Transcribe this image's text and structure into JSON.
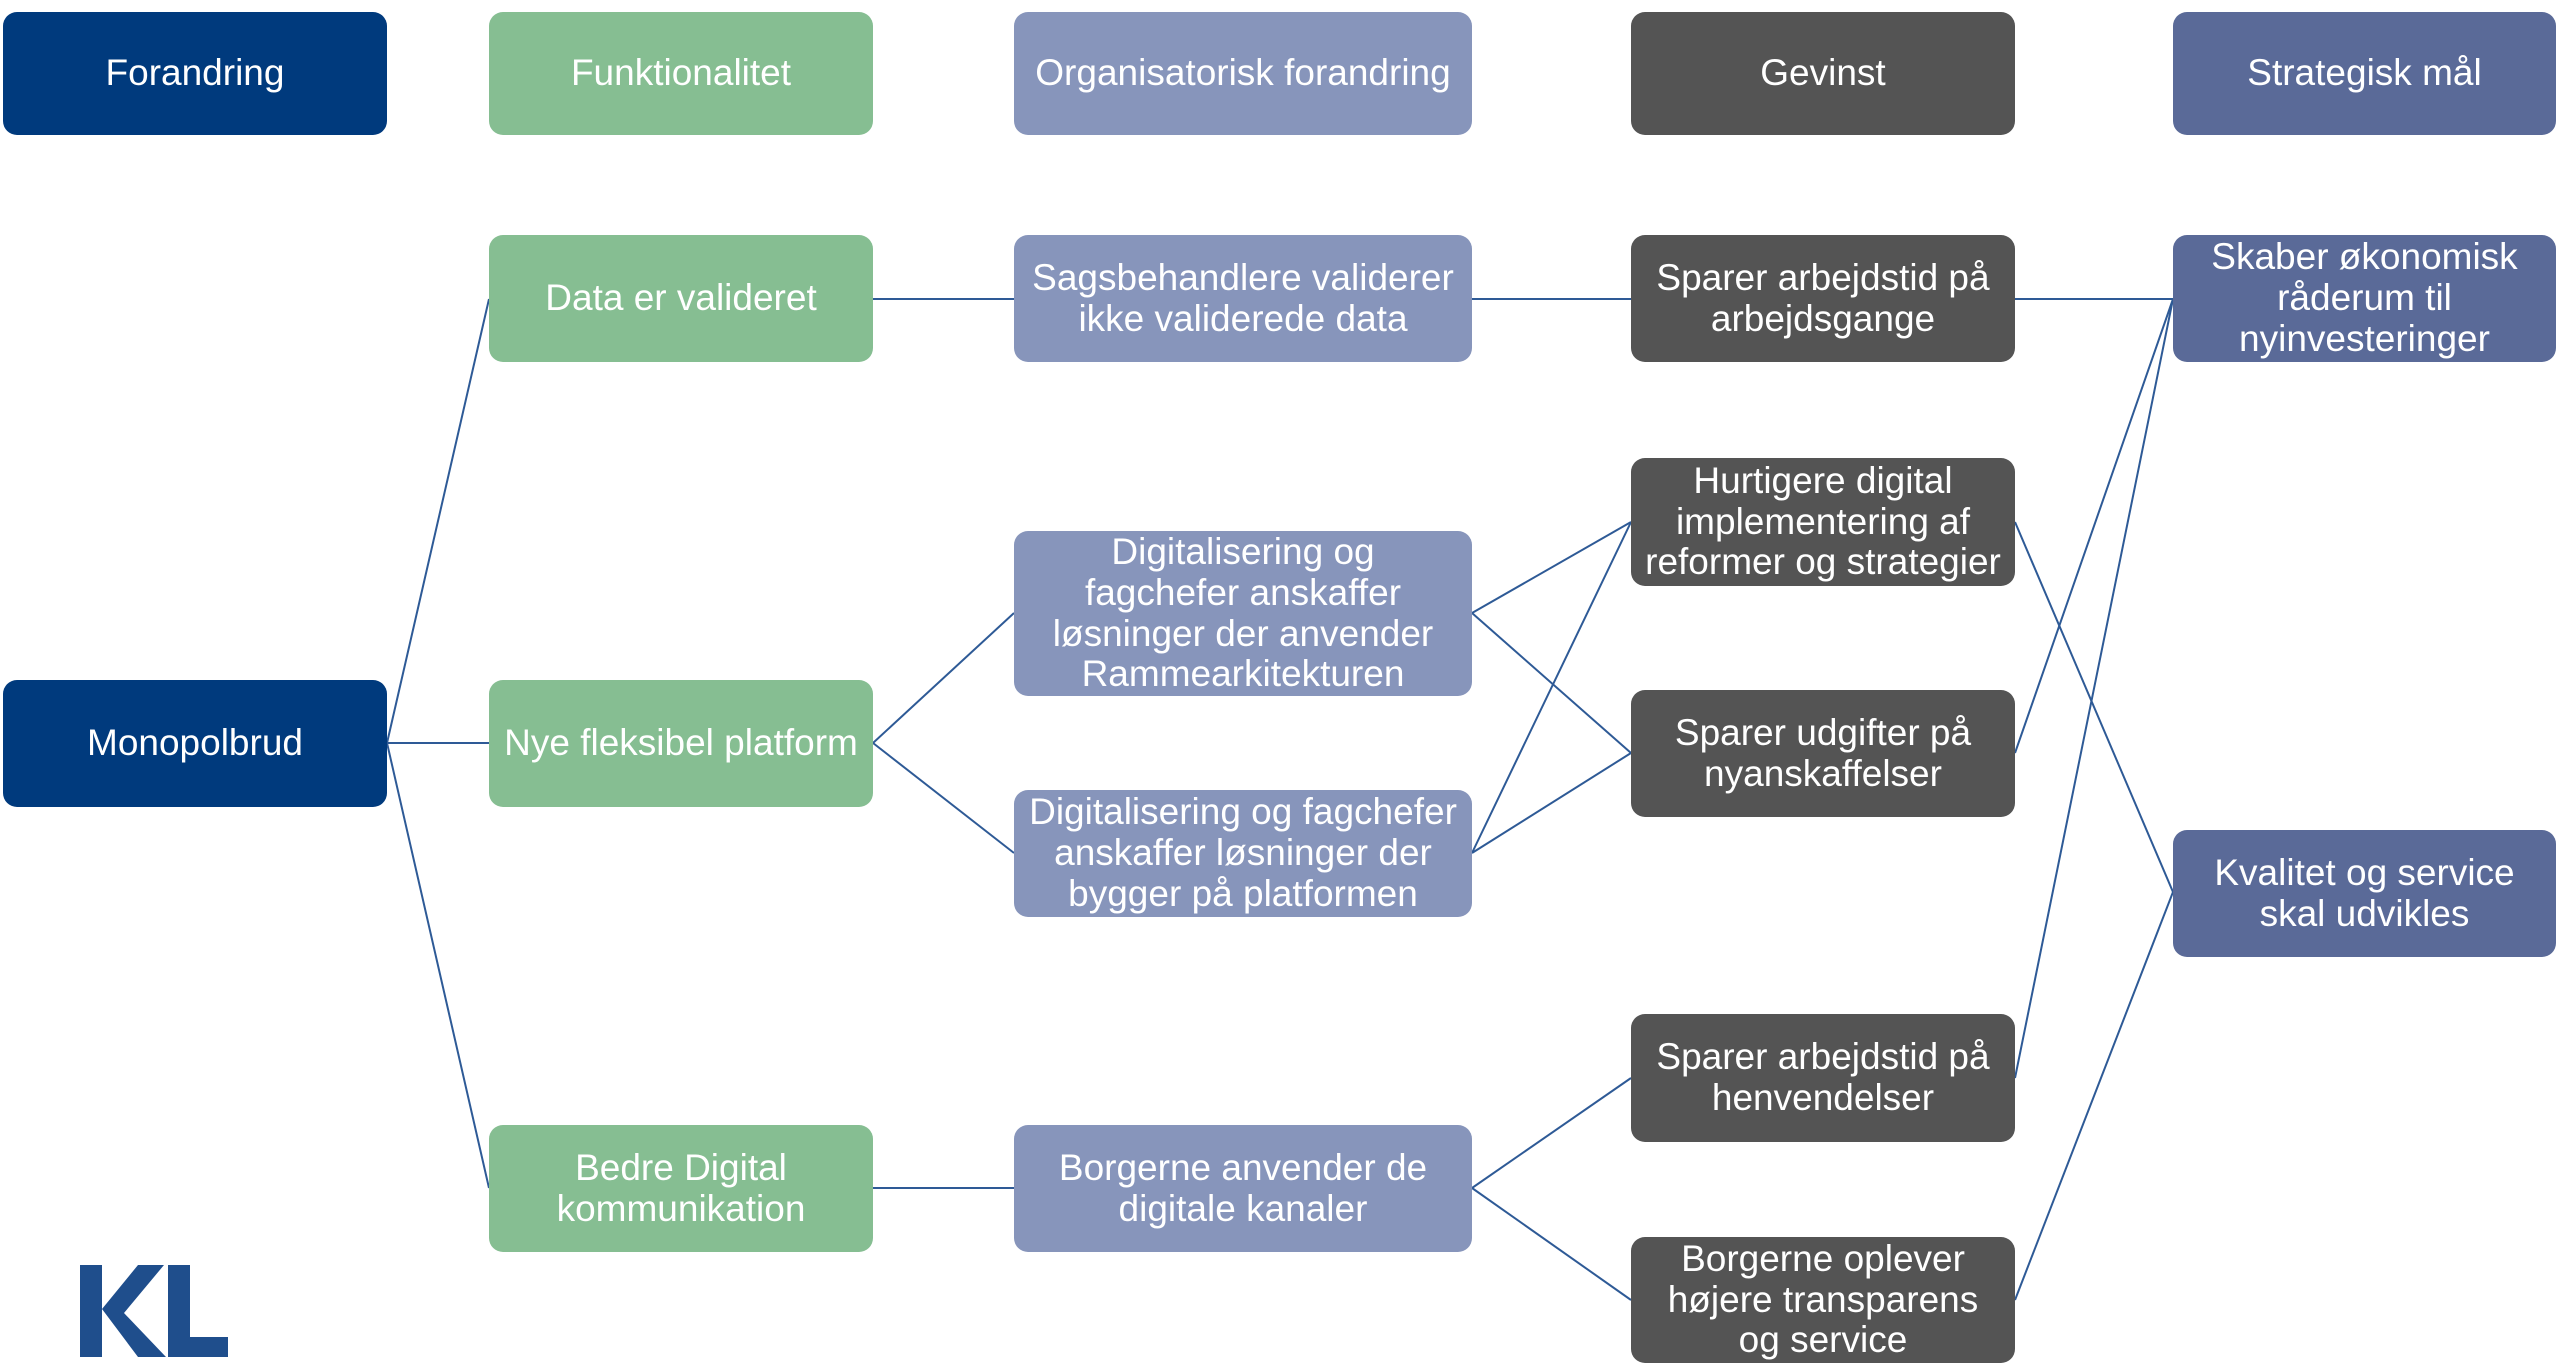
{
  "headers": {
    "change": "Forandring",
    "functionality": "Funktionalitet",
    "org_change": "Organisatorisk forandring",
    "benefit": "Gevinst",
    "goal": "Strategisk mål"
  },
  "change": {
    "monopoly": "Monopolbrud"
  },
  "functionality": {
    "validated": "Data er valideret",
    "platform": "Nye fleksibel platform",
    "communication": "Bedre Digital kommunikation"
  },
  "org_change": {
    "case_workers": "Sagsbehandlere validerer ikke validerede data",
    "framework": "Digitalisering og fagchefer anskaffer løsninger der anvender Rammearkitekturen",
    "build_platform": "Digitalisering og fagchefer anskaffer løsninger der bygger på platformen",
    "citizens_channels": "Borgerne anvender de digitale kanaler"
  },
  "benefit": {
    "worktime_processes": "Sparer arbejdstid på arbejdsgange",
    "faster_impl": "Hurtigere digital implementering af reformer og strategier",
    "save_acquisitions": "Sparer udgifter på nyanskaffelser",
    "worktime_inquiries": "Sparer arbejdstid på henvendelser",
    "transparency": "Borgerne oplever højere transparens og service"
  },
  "goal": {
    "economic_room": "Skaber økonomisk råderum til nyinvesteringer",
    "quality_service": "Kvalitet og service skal udvikles"
  },
  "logo": {
    "text": "KL"
  },
  "colors": {
    "navy": "#003A7D",
    "green": "#86BE92",
    "lavender": "#8795BB",
    "dark_gray": "#545454",
    "slate": "#5A6A98",
    "connector": "#2E5A96"
  }
}
